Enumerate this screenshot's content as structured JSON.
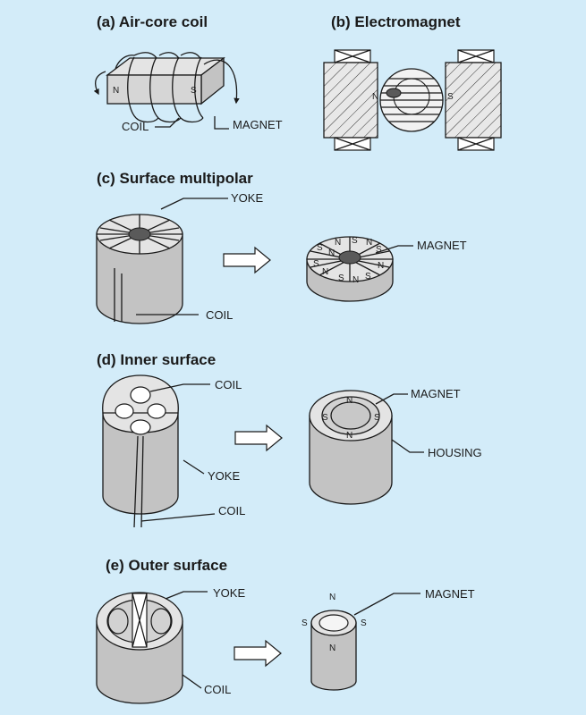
{
  "panels": {
    "a": {
      "title": "(a) Air-core coil",
      "labels": {
        "coil": "COIL",
        "magnet": "MAGNET"
      },
      "poles": [
        "N",
        "S"
      ]
    },
    "b": {
      "title": "(b) Electromagnet",
      "poles": [
        "N",
        "S"
      ]
    },
    "c": {
      "title": "(c) Surface multipolar",
      "labels": {
        "yoke": "YOKE",
        "coil": "COIL",
        "magnet": "MAGNET"
      },
      "poles": [
        "N",
        "S",
        "N",
        "S",
        "N",
        "S",
        "N",
        "S",
        "N",
        "S",
        "N",
        "S"
      ]
    },
    "d": {
      "title": "(d) Inner surface",
      "labels": {
        "coil_top": "COIL",
        "yoke": "YOKE",
        "coil_bottom": "COIL",
        "magnet": "MAGNET",
        "housing": "HOUSING"
      },
      "poles": [
        "N",
        "S",
        "N",
        "S"
      ]
    },
    "e": {
      "title": "(e) Outer surface",
      "labels": {
        "yoke": "YOKE",
        "coil": "COIL",
        "magnet": "MAGNET"
      },
      "poles": [
        "N",
        "S",
        "S",
        "N"
      ]
    }
  },
  "colors": {
    "background": "#d3ecf9",
    "body": "#c3c3c3",
    "top": "#e4e4e4",
    "dark": "#5a5a5a",
    "line": "#1a1a1a"
  }
}
